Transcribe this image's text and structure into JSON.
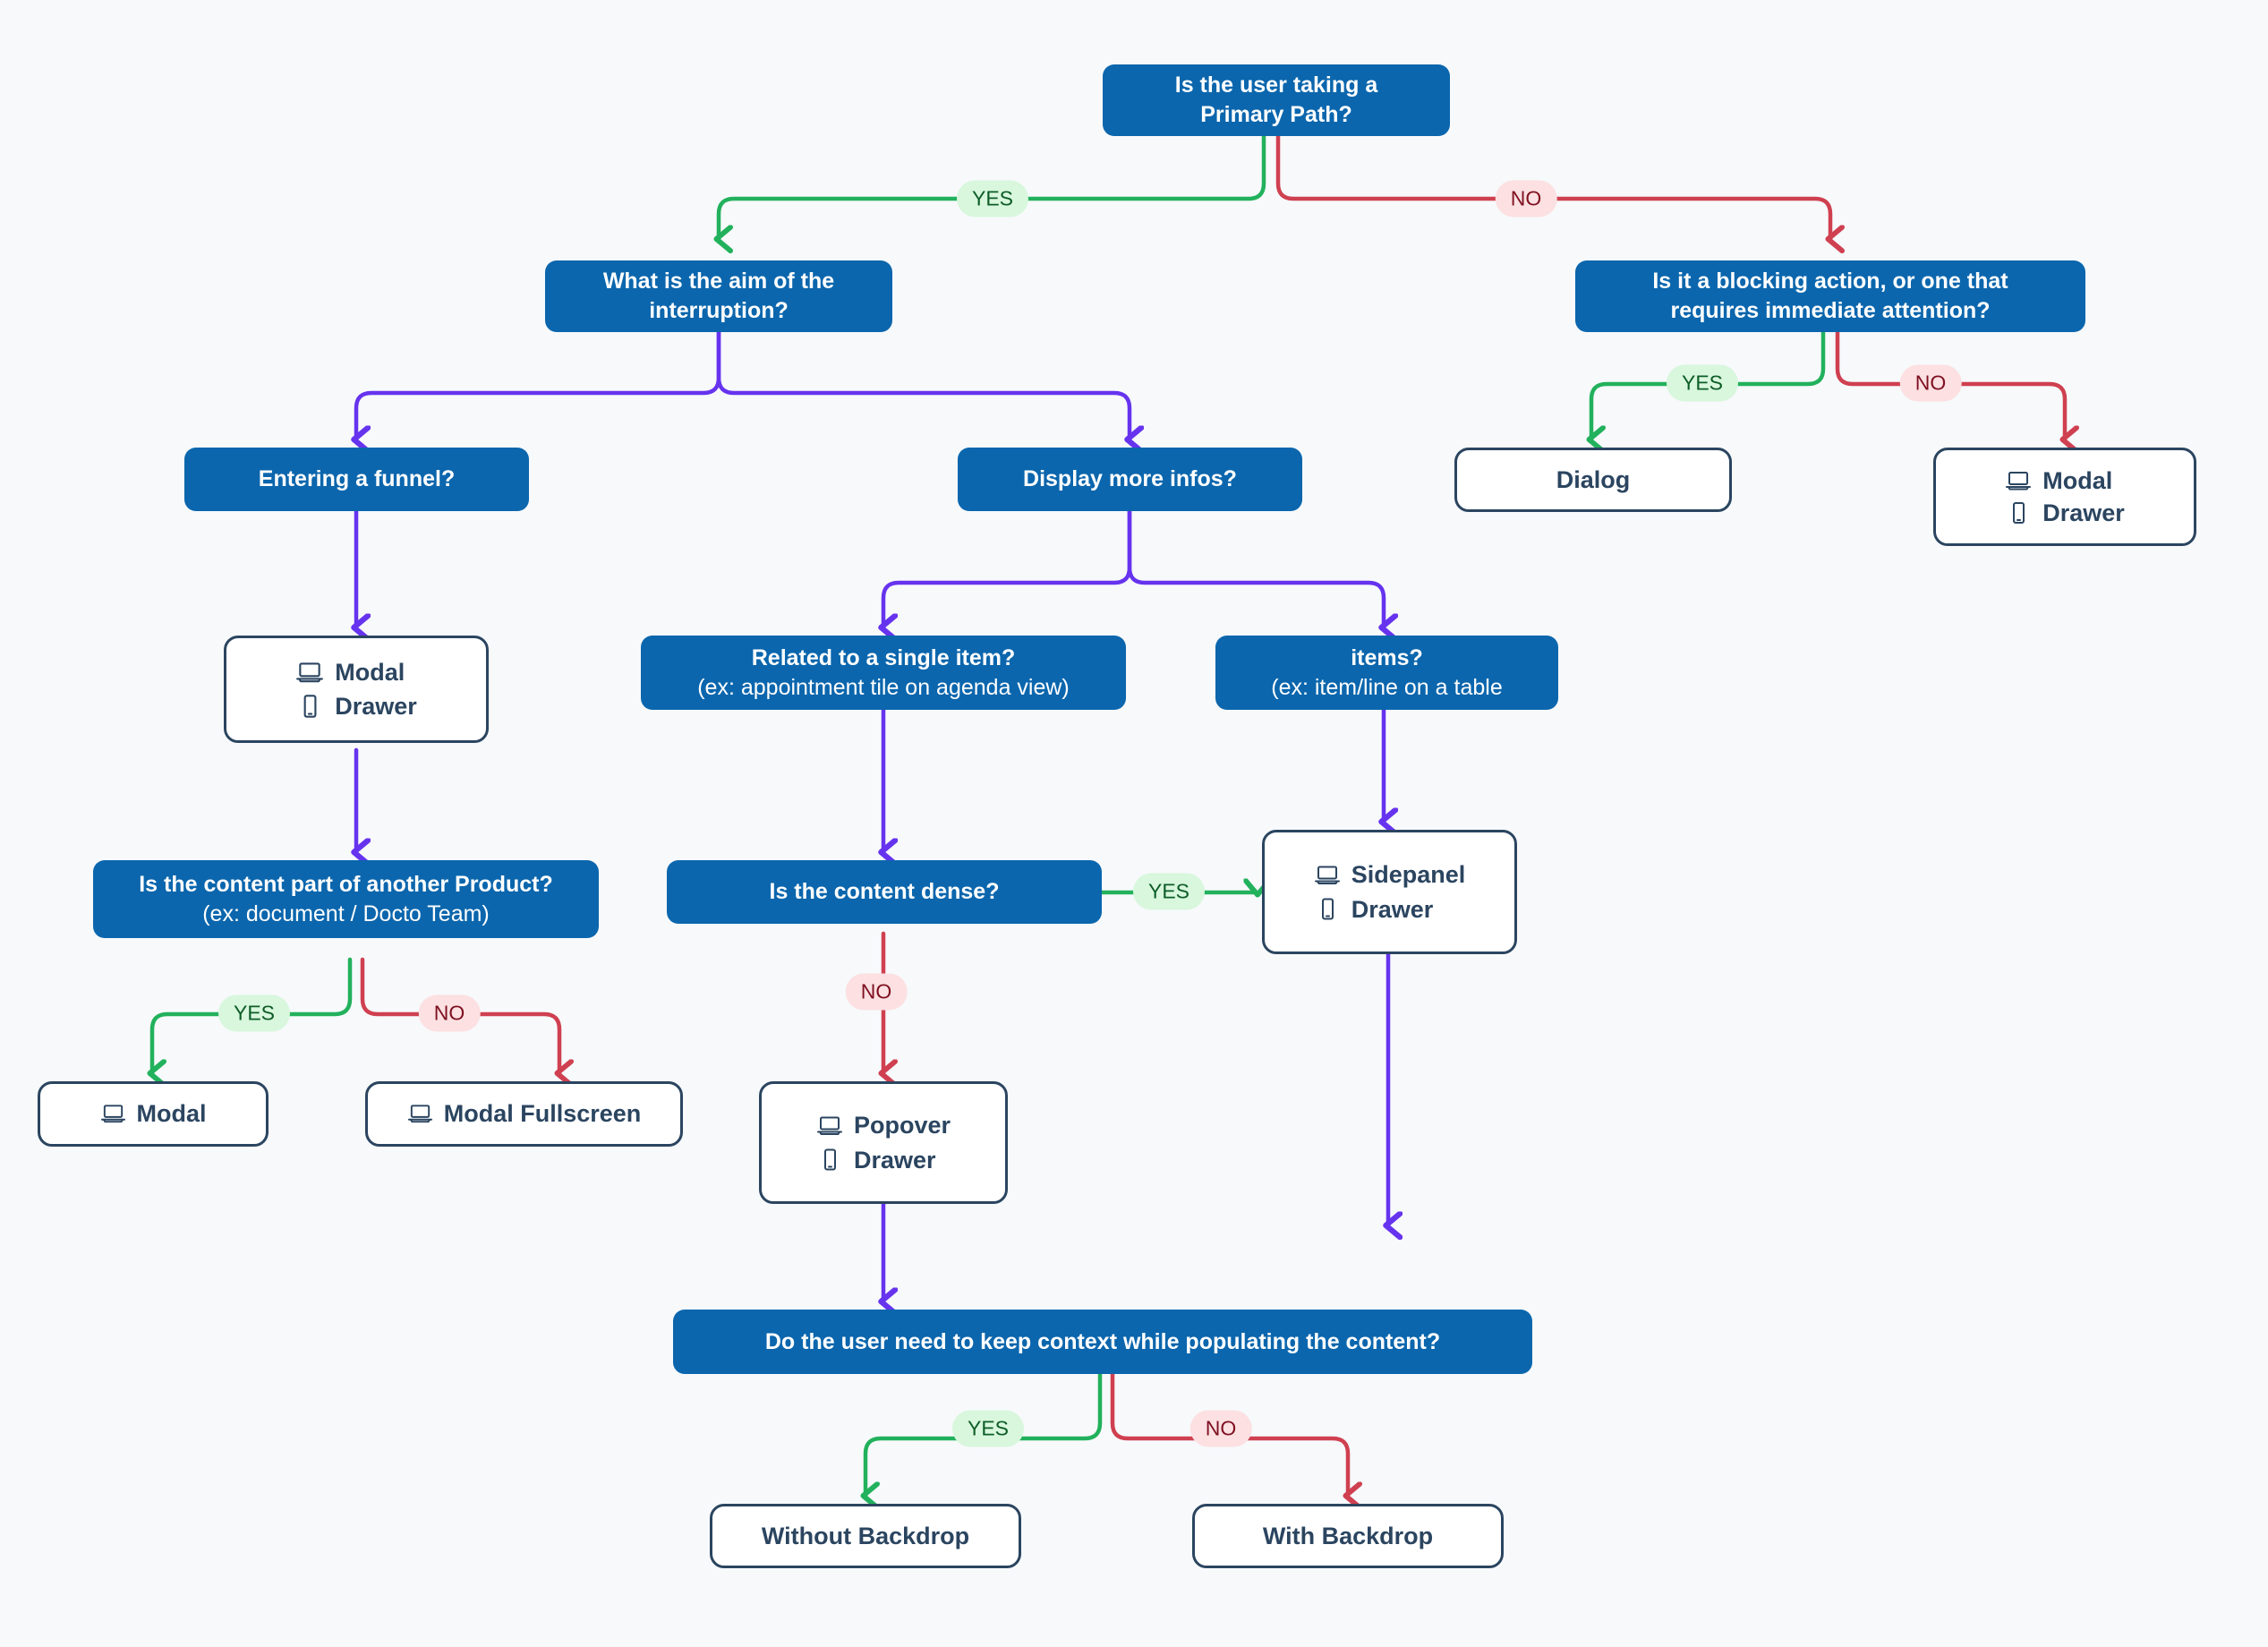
{
  "diagram": {
    "title": "Overlay pattern decision tree",
    "background": "#f7f9fb",
    "colors": {
      "decision_fill": "#0b66ad",
      "decision_text": "#ffffff",
      "outcome_fill": "#ffffff",
      "outcome_border": "#2b4560",
      "outcome_text": "#2b4560",
      "edge_yes": "#22b15c",
      "edge_no": "#cf4050",
      "edge_neutral": "#6633ee",
      "pill_yes_bg": "#d8f7dd",
      "pill_yes_text": "#0d5c26",
      "pill_no_bg": "#fce0e2",
      "pill_no_text": "#7e1020"
    }
  },
  "nodes": {
    "root": {
      "line1": "Is the user taking a",
      "line2": "Primary Path?"
    },
    "aim": {
      "line1": "What is the aim of the",
      "line2": "interruption?"
    },
    "blocking": {
      "line1": "Is it a blocking action, or one that",
      "line2": "requires immediate attention?"
    },
    "funnel": {
      "line1": "Entering a funnel?",
      "line2": ""
    },
    "display_more": {
      "line1": "Display more infos?",
      "line2": ""
    },
    "dialog": {
      "label": "Dialog"
    },
    "modal_drawer_right": {
      "desktop": "Modal",
      "mobile": "Drawer"
    },
    "modal_drawer_left": {
      "desktop": "Modal",
      "mobile": "Drawer"
    },
    "single_item": {
      "line1": "Related to a single item?",
      "line2": "(ex: appointment tile on agenda view)"
    },
    "items": {
      "line1": "items?",
      "line2": "(ex: item/line on a table"
    },
    "another_product": {
      "line1": "Is the content part of another Product?",
      "line2": "(ex: document / Docto Team)"
    },
    "content_dense": {
      "line1": "Is the content dense?",
      "line2": ""
    },
    "sidepanel_drawer": {
      "desktop": "Sidepanel",
      "mobile": "Drawer"
    },
    "modal": {
      "label": "Modal"
    },
    "modal_fullscreen": {
      "label": "Modal Fullscreen"
    },
    "popover_drawer": {
      "desktop": "Popover",
      "mobile": "Drawer"
    },
    "keep_context": {
      "line1": "Do the user need to keep context while populating the content?",
      "line2": ""
    },
    "without_backdrop": {
      "label": "Without Backdrop"
    },
    "with_backdrop": {
      "label": "With Backdrop"
    }
  },
  "edge_labels": {
    "root_yes": "YES",
    "root_no": "NO",
    "blocking_yes": "YES",
    "blocking_no": "NO",
    "product_yes": "YES",
    "product_no": "NO",
    "dense_yes": "YES",
    "dense_no": "NO",
    "context_yes": "YES",
    "context_no": "NO"
  },
  "icons": {
    "desktop": "laptop-icon",
    "mobile": "smartphone-icon"
  }
}
